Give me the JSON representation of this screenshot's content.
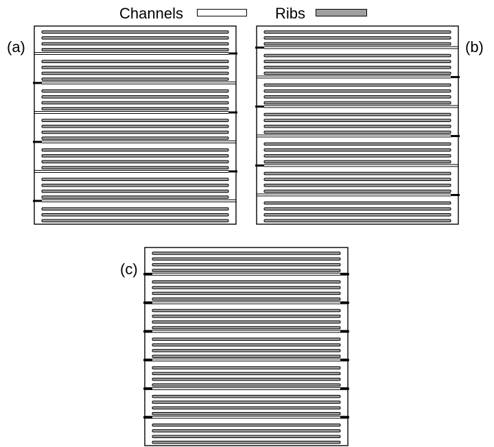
{
  "legend": {
    "channels_label": "Channels",
    "ribs_label": "Ribs",
    "channel_color": "#ffffff",
    "rib_color": "#a0a0a0"
  },
  "panels": [
    {
      "label": "(a)",
      "sections": [
        4,
        4,
        4,
        4,
        4,
        4,
        3
      ],
      "connector_sides": [
        "right",
        "left",
        "right",
        "left",
        "right",
        "left"
      ]
    },
    {
      "label": "(b)",
      "sections": [
        3,
        4,
        4,
        4,
        4,
        4,
        4
      ],
      "connector_sides": [
        "left",
        "right",
        "left",
        "right",
        "left",
        "right"
      ]
    },
    {
      "label": "(c)",
      "sections": [
        4,
        4,
        4,
        4,
        4,
        4,
        4
      ],
      "connector_sides": [
        "both",
        "both",
        "both",
        "both",
        "both",
        "both"
      ]
    }
  ]
}
